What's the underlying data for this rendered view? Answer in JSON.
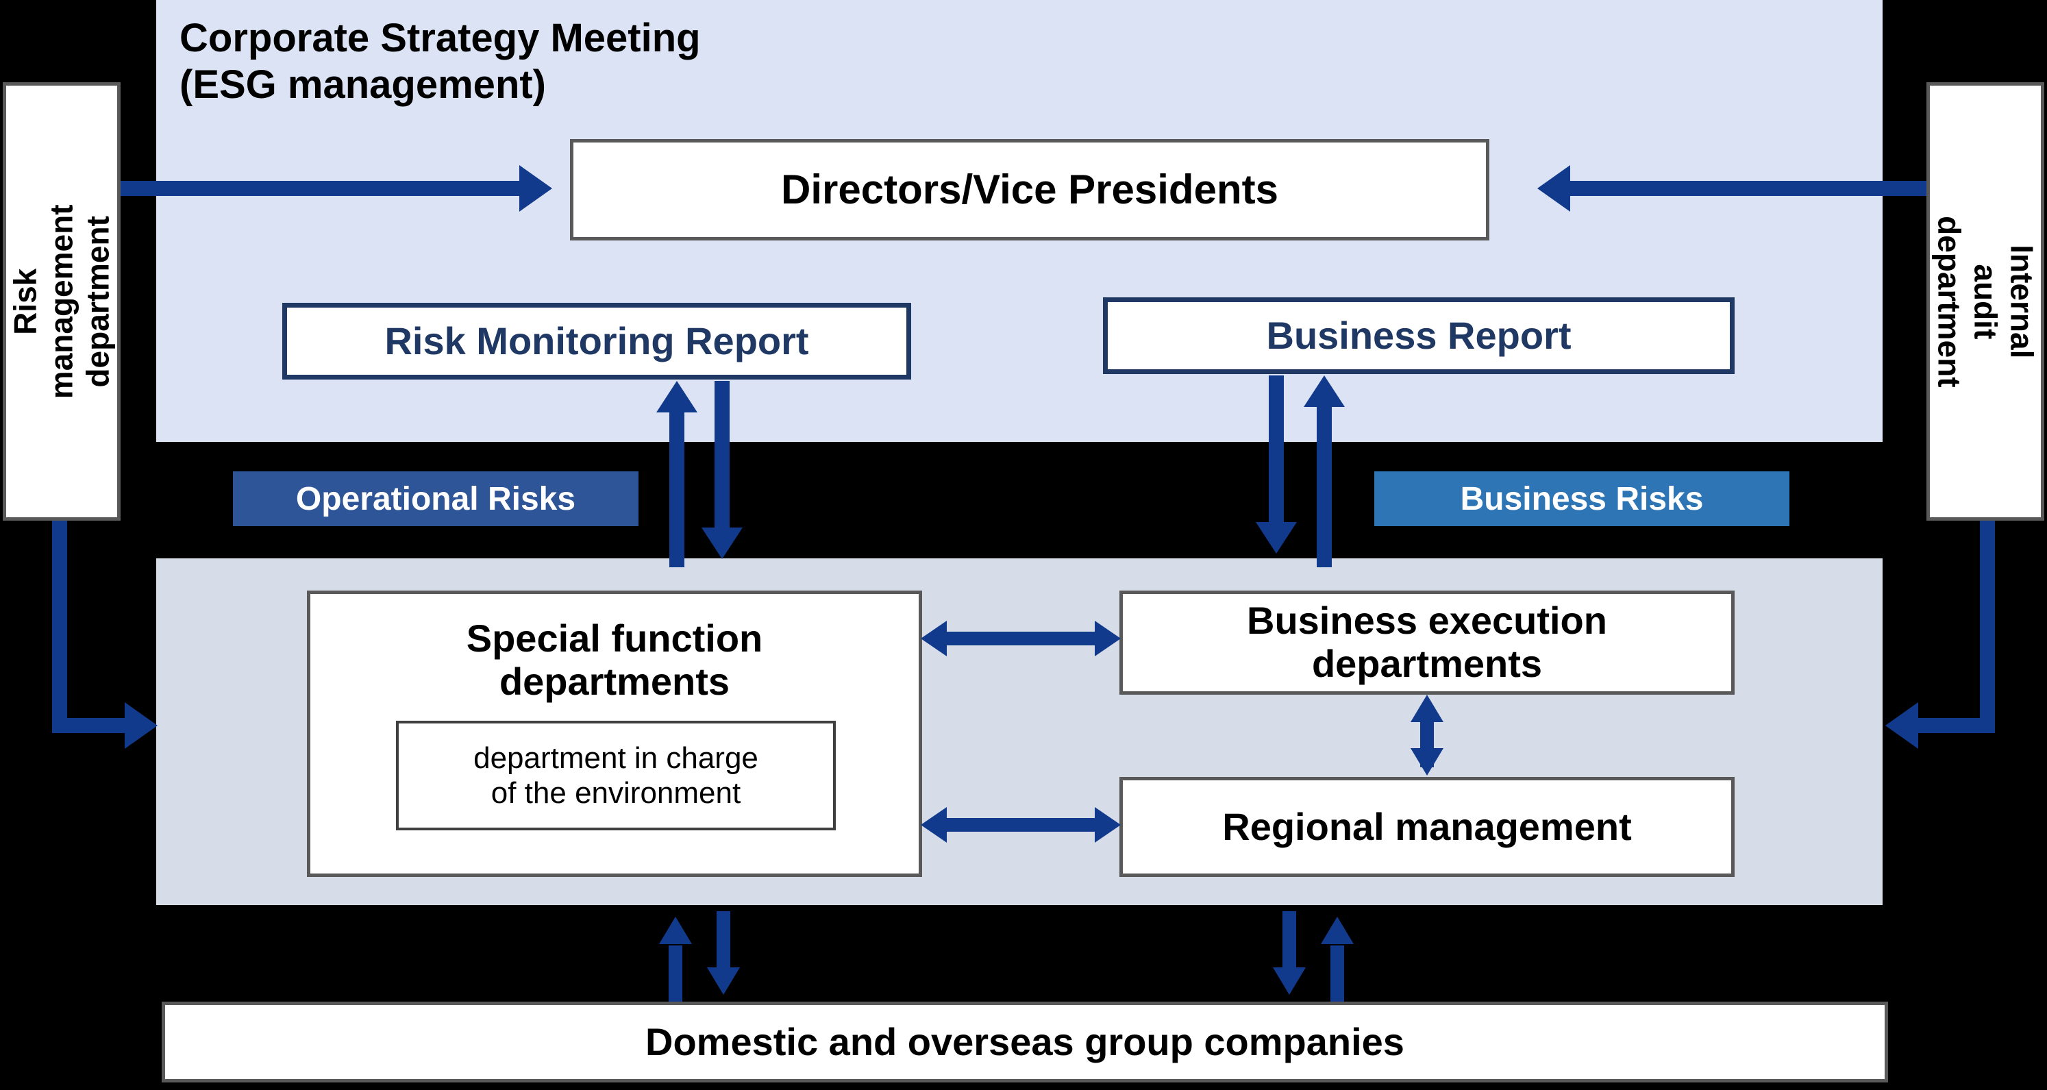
{
  "diagram": {
    "title": "Corporate Strategy Meeting\n(ESG management)",
    "colors": {
      "top_panel": "#dbe3f4",
      "mid_panel": "#d6dce8",
      "arrow": "#123a8c",
      "report_border": "#1f3864",
      "report_text": "#1f3864",
      "operational_risk_tag": "#2e5597",
      "business_risk_tag": "#2e75b6",
      "box_border": "#595959",
      "background": "#000000"
    }
  },
  "side_boxes": {
    "left": {
      "label": "Risk management\ndepartment",
      "rotation": "ccw"
    },
    "right": {
      "label": "Internal audit\ndepartment",
      "rotation": "cw"
    }
  },
  "top_panel": {
    "directors_box": "Directors/Vice Presidents",
    "risk_monitoring_report": "Risk Monitoring Report",
    "business_report": "Business Report"
  },
  "risk_tags": {
    "operational": "Operational Risks",
    "business": "Business Risks"
  },
  "mid_panel": {
    "special_function": "Special function\ndepartments",
    "environment_dept": "department in charge\nof the environment",
    "business_execution": "Business execution\ndepartments",
    "regional_management": "Regional management"
  },
  "bottom": {
    "group_companies": "Domestic and overseas group companies"
  }
}
